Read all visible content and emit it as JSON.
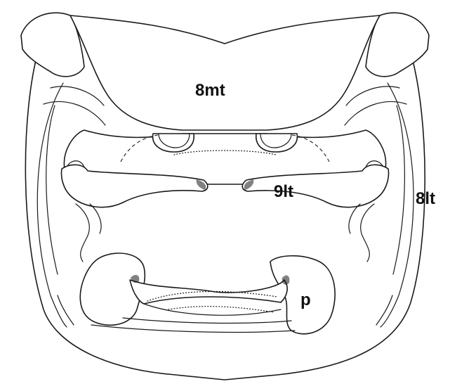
{
  "labels": {
    "mesotergite_8": "8mt",
    "laterotergite_9": "9lt",
    "laterotergite_8": "8lt",
    "p": "p"
  },
  "colors": {
    "line": "#1a1a1a",
    "background": "#ffffff"
  }
}
